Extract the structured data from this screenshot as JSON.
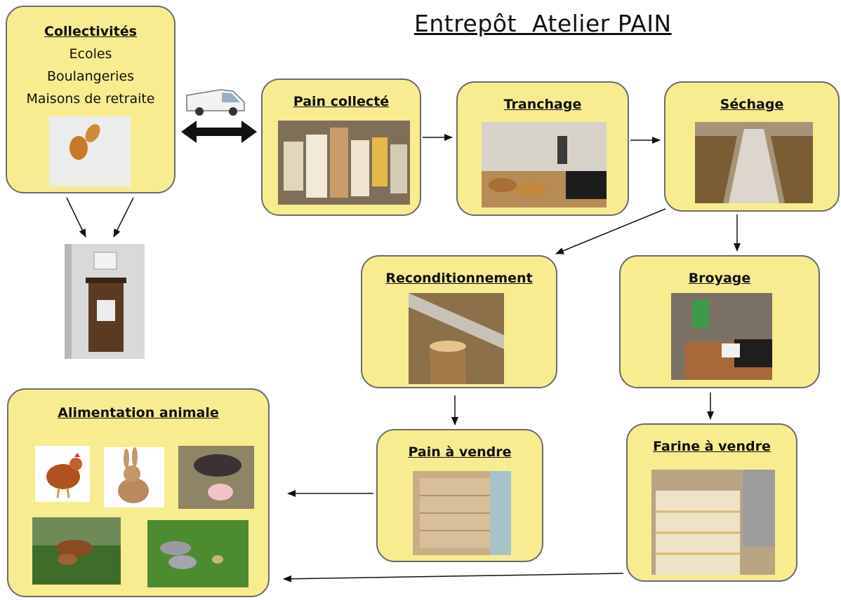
{
  "title": "Entrepôt  Atelier PAIN",
  "boxes": {
    "collectivites": {
      "title": "Collectivités",
      "lines": [
        "Ecoles",
        "Boulangeries",
        "Maisons de retraite"
      ]
    },
    "pain_collecte": {
      "title": "Pain collecté"
    },
    "tranchage": {
      "title": "Tranchage"
    },
    "sechage": {
      "title": "Séchage"
    },
    "reconditionnement": {
      "title": "Reconditionnement"
    },
    "broyage": {
      "title": "Broyage"
    },
    "pain_a_vendre": {
      "title": "Pain à vendre"
    },
    "farine_a_vendre": {
      "title": "Farine à vendre"
    },
    "alimentation_animale": {
      "title": "Alimentation animale"
    }
  },
  "colors": {
    "box_fill": "#f8ec90",
    "box_border": "#6b6b6b",
    "arrow": "#111111"
  },
  "icons": [
    "delivery-van-icon",
    "double-arrow-icon"
  ]
}
